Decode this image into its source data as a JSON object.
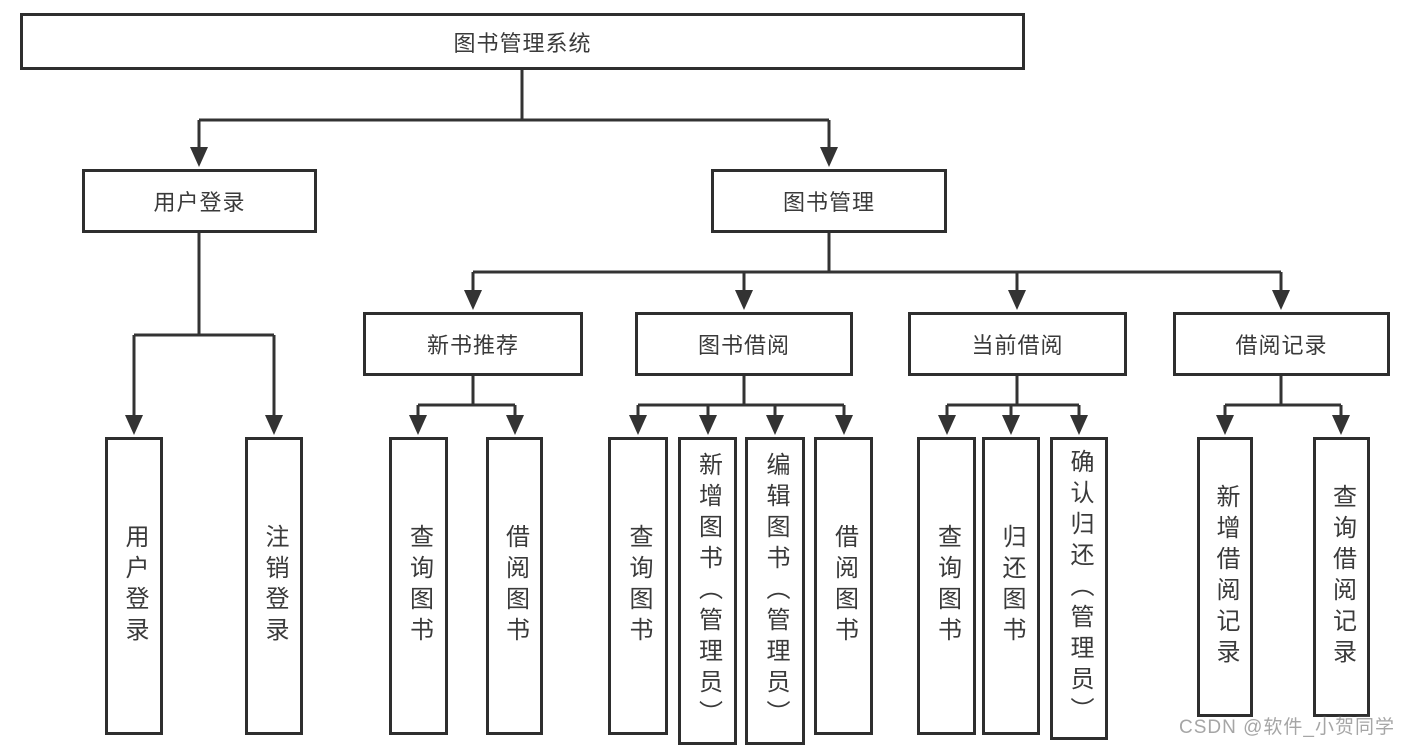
{
  "diagram": {
    "root": {
      "label": "图书管理系统"
    },
    "branches": [
      {
        "label": "用户登录",
        "children": [
          {
            "label": "用户登录"
          },
          {
            "label": "注销登录"
          }
        ]
      },
      {
        "label": "图书管理",
        "children": [
          {
            "label": "新书推荐",
            "children": [
              {
                "label": "查询图书"
              },
              {
                "label": "借阅图书"
              }
            ]
          },
          {
            "label": "图书借阅",
            "children": [
              {
                "label": "查询图书"
              },
              {
                "label": "新增图书（管理员）"
              },
              {
                "label": "编辑图书（管理员）"
              },
              {
                "label": "借阅图书"
              }
            ]
          },
          {
            "label": "当前借阅",
            "children": [
              {
                "label": "查询图书"
              },
              {
                "label": "归还图书"
              },
              {
                "label": "确认归还（管理员）"
              }
            ]
          },
          {
            "label": "借阅记录",
            "children": [
              {
                "label": "新增借阅记录"
              },
              {
                "label": "查询借阅记录"
              }
            ]
          }
        ]
      }
    ],
    "watermark": "CSDN @软件_小贺同学",
    "colors": {
      "line": "#333333",
      "border": "#2e2e2e",
      "text": "#3a3a3a",
      "watermark": "#a6a6a6",
      "background": "#ffffff"
    }
  }
}
